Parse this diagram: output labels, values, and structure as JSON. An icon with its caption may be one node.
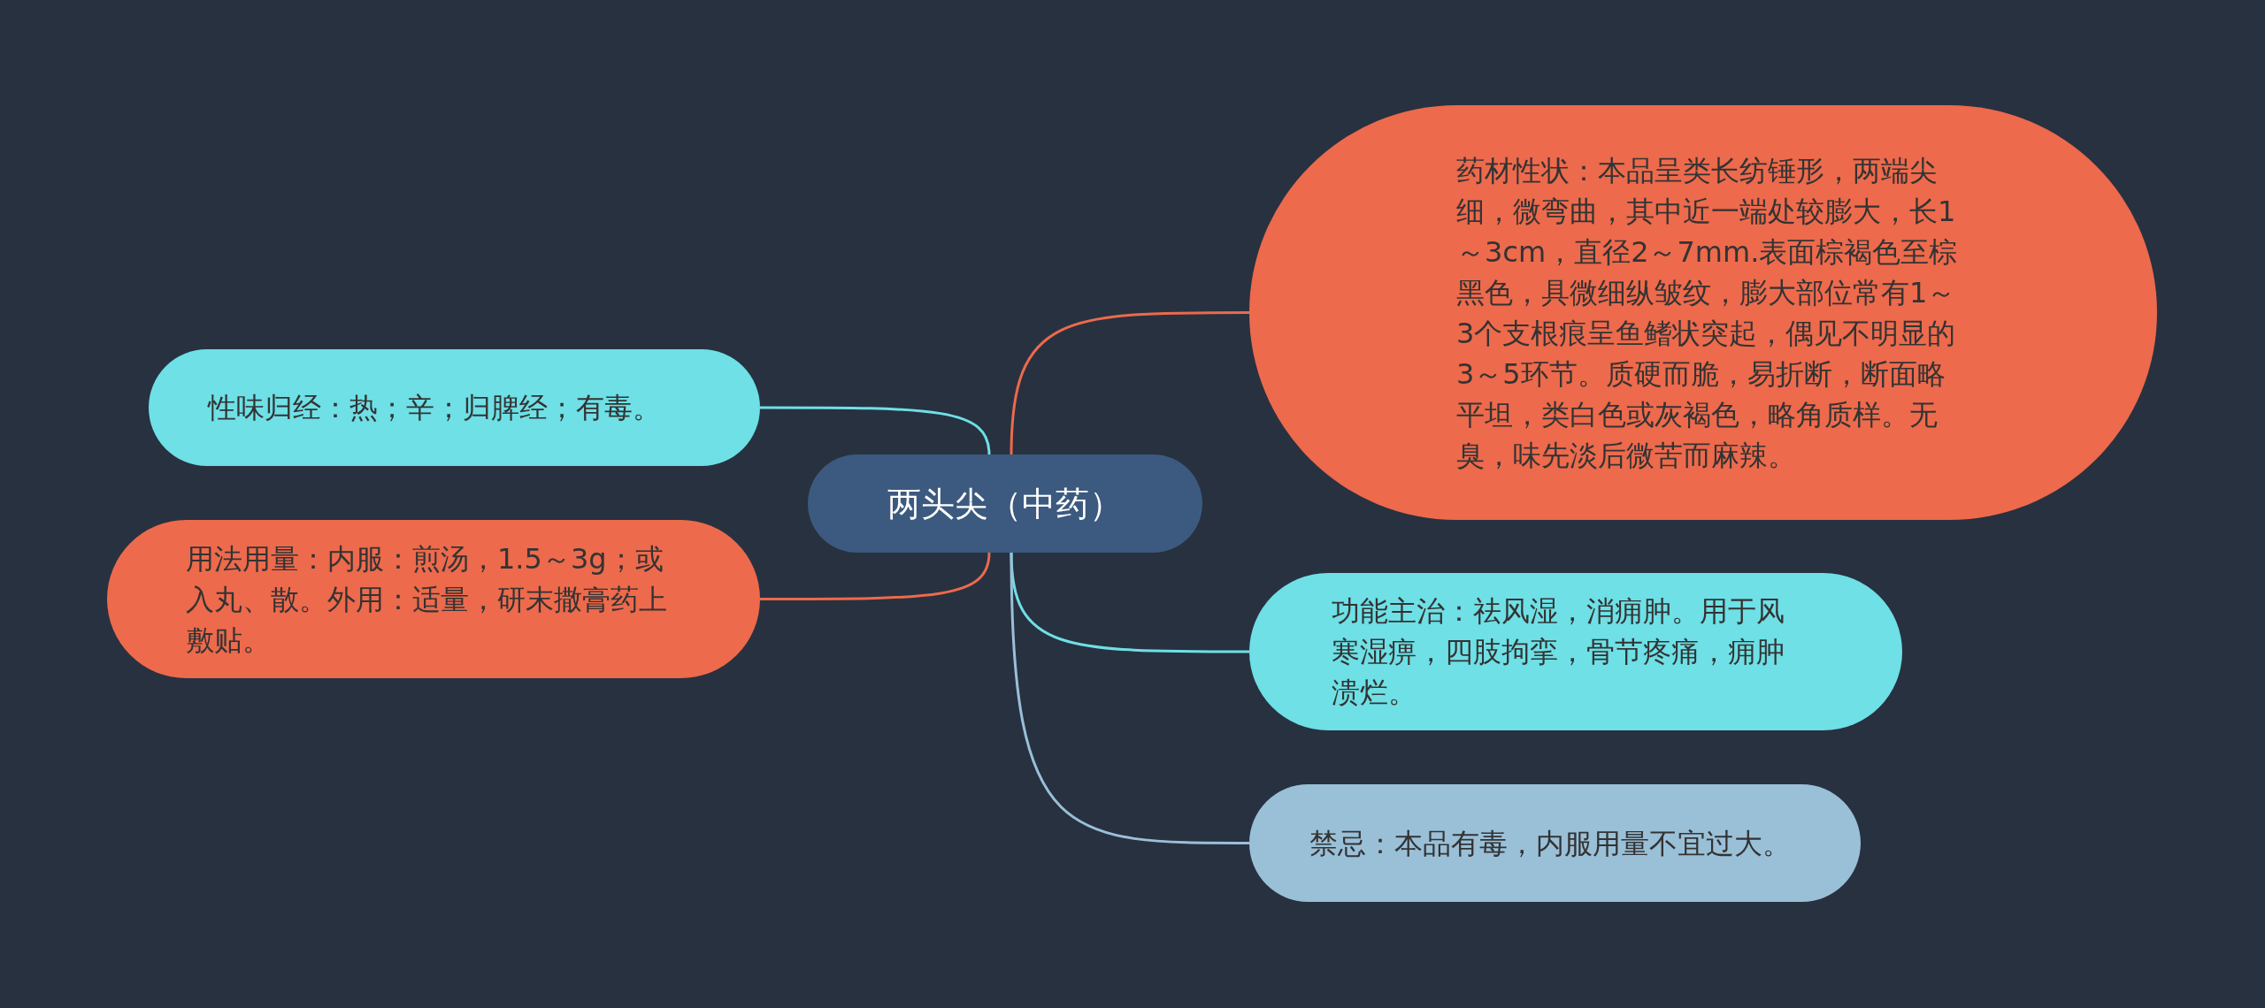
{
  "diagram": {
    "nodes": [
      {
        "text": [
          "两头尖（中药）"
        ]
      },
      {
        "text": [
          "药材性状：本品呈类长纺锤形，两端尖细，微弯曲，其中近一端处较膨大，长1～3cm，直径2～7mm.表面棕褐色至棕黑色，具微细纵皱纹，膨大部位常有1～3个支根痕呈鱼鳍状突起，偶见不明显的3～5环节。质硬而脆，易折断，断面略平坦，类白色或灰褐色，略角质样。无臭，味先淡后微苦而麻辣。"
        ]
      },
      {
        "text": [
          "功能主治：祛风湿，消痈肿。用于风寒湿痹，四肢拘挛，骨节疼痛，痈肿溃烂。"
        ]
      },
      {
        "text": [
          "禁忌：本品有毒，内服用量不宜过大。"
        ]
      },
      {
        "text": [
          "性味归经：热；辛；归脾经；有毒。"
        ]
      },
      {
        "text": [
          "用法用量：内服：煎汤，1.5～3g；或入丸、散。外用：适量，研末撒膏药上敷贴。"
        ]
      }
    ],
    "edges": [
      {
        "from": 0,
        "to": 1,
        "arrow": "none",
        "color": "#ed6a4c"
      },
      {
        "from": 0,
        "to": 2,
        "arrow": "none",
        "color": "#6ee0e6"
      },
      {
        "from": 0,
        "to": 3,
        "arrow": "none",
        "color": "#9ac0d8"
      },
      {
        "from": 0,
        "to": 4,
        "arrow": "none",
        "color": "#6ee0e6"
      },
      {
        "from": 0,
        "to": 5,
        "arrow": "none",
        "color": "#ed6a4c"
      }
    ]
  }
}
